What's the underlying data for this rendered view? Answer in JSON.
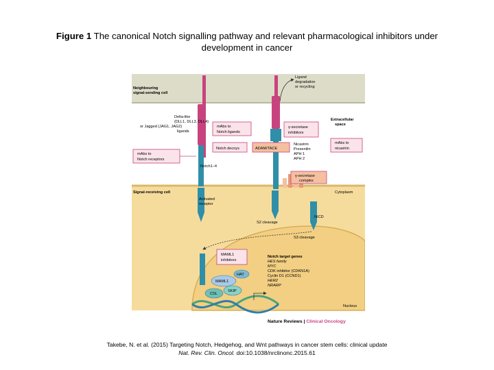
{
  "caption": {
    "label": "Figure 1",
    "line1": "The canonical Notch signalling pathway and relevant pharmacological inhibitors under",
    "line2": "development in cancer"
  },
  "diagram": {
    "neighbouring_cell": [
      "Neighbouring",
      "signal-sending cell"
    ],
    "ligand_fate": [
      "Ligand",
      "degradation",
      "or recycling"
    ],
    "extracellular_space": [
      "Extracellular",
      "space"
    ],
    "ligands": [
      "Delta-like",
      "(DLL1, DLL3, DLL4)",
      "or Jagged (JAG1, JAG2)",
      "ligands"
    ],
    "mabs_ligands": [
      "mAbs to",
      "Notch ligands"
    ],
    "gs_inhibitors": [
      "γ-secretase",
      "inhibitors"
    ],
    "mabs_receptors": [
      "mAbs to",
      "Notch receptors"
    ],
    "notch_decoys": "Notch decoys",
    "adam_tace": "ADAM/TACE",
    "complex_components": [
      "Nicastrin",
      "Presenilin",
      "APH 1",
      "APH 2"
    ],
    "mabs_nicastrin": [
      "mAbs to",
      "nicastrin"
    ],
    "notch_receptors": "Notch1–4",
    "gs_complex": [
      "γ-secretase",
      "complex"
    ],
    "signal_receiving_cell": "Signal-receiving cell",
    "cytoplasm": "Cytoplasm",
    "activated_receptor": [
      "Activated",
      "receptor"
    ],
    "nicd": "NICD",
    "s2_cleavage": "S2 cleavage",
    "s3_cleavage": "S3 cleavage",
    "maml1_inhibitors": [
      "MAML1",
      "inhibitors"
    ],
    "target_genes_title": "Notch target genes",
    "target_genes": [
      "HES family",
      "MYC",
      "CDK inhibitor (CDKN1A)",
      "Cyclin D1 (CCND1)",
      "HER2",
      "NRARP"
    ],
    "hat": "HAT",
    "maml1": "MAML1",
    "csl": "CSL",
    "skip": "SKIP",
    "nucleus": "Nucleus",
    "publisher": "Nature Reviews",
    "journal": "Clinical Oncology"
  },
  "citation": {
    "line1": "Takebe, N. et al. (2015) Targeting Notch, Hedgehog, and Wnt pathways in cancer stem cells: clinical update",
    "journal": "Nat. Rev. Clin. Oncol.",
    "doi": "doi:10.1038/nrclinonc.2015.61"
  },
  "colors": {
    "sending_cell": "#dcdcc8",
    "extracellular": "#ffffff",
    "cytoplasm": "#f6dc9c",
    "nucleus": "#f2cf82",
    "ligand": "#c8437e",
    "receptor": "#2f8fa8",
    "inhibitor_box": "#fbe3ea",
    "inhibitor_border": "#c8437e",
    "enzyme": "#f4c0a0",
    "journal_accent": "#c8437e"
  }
}
